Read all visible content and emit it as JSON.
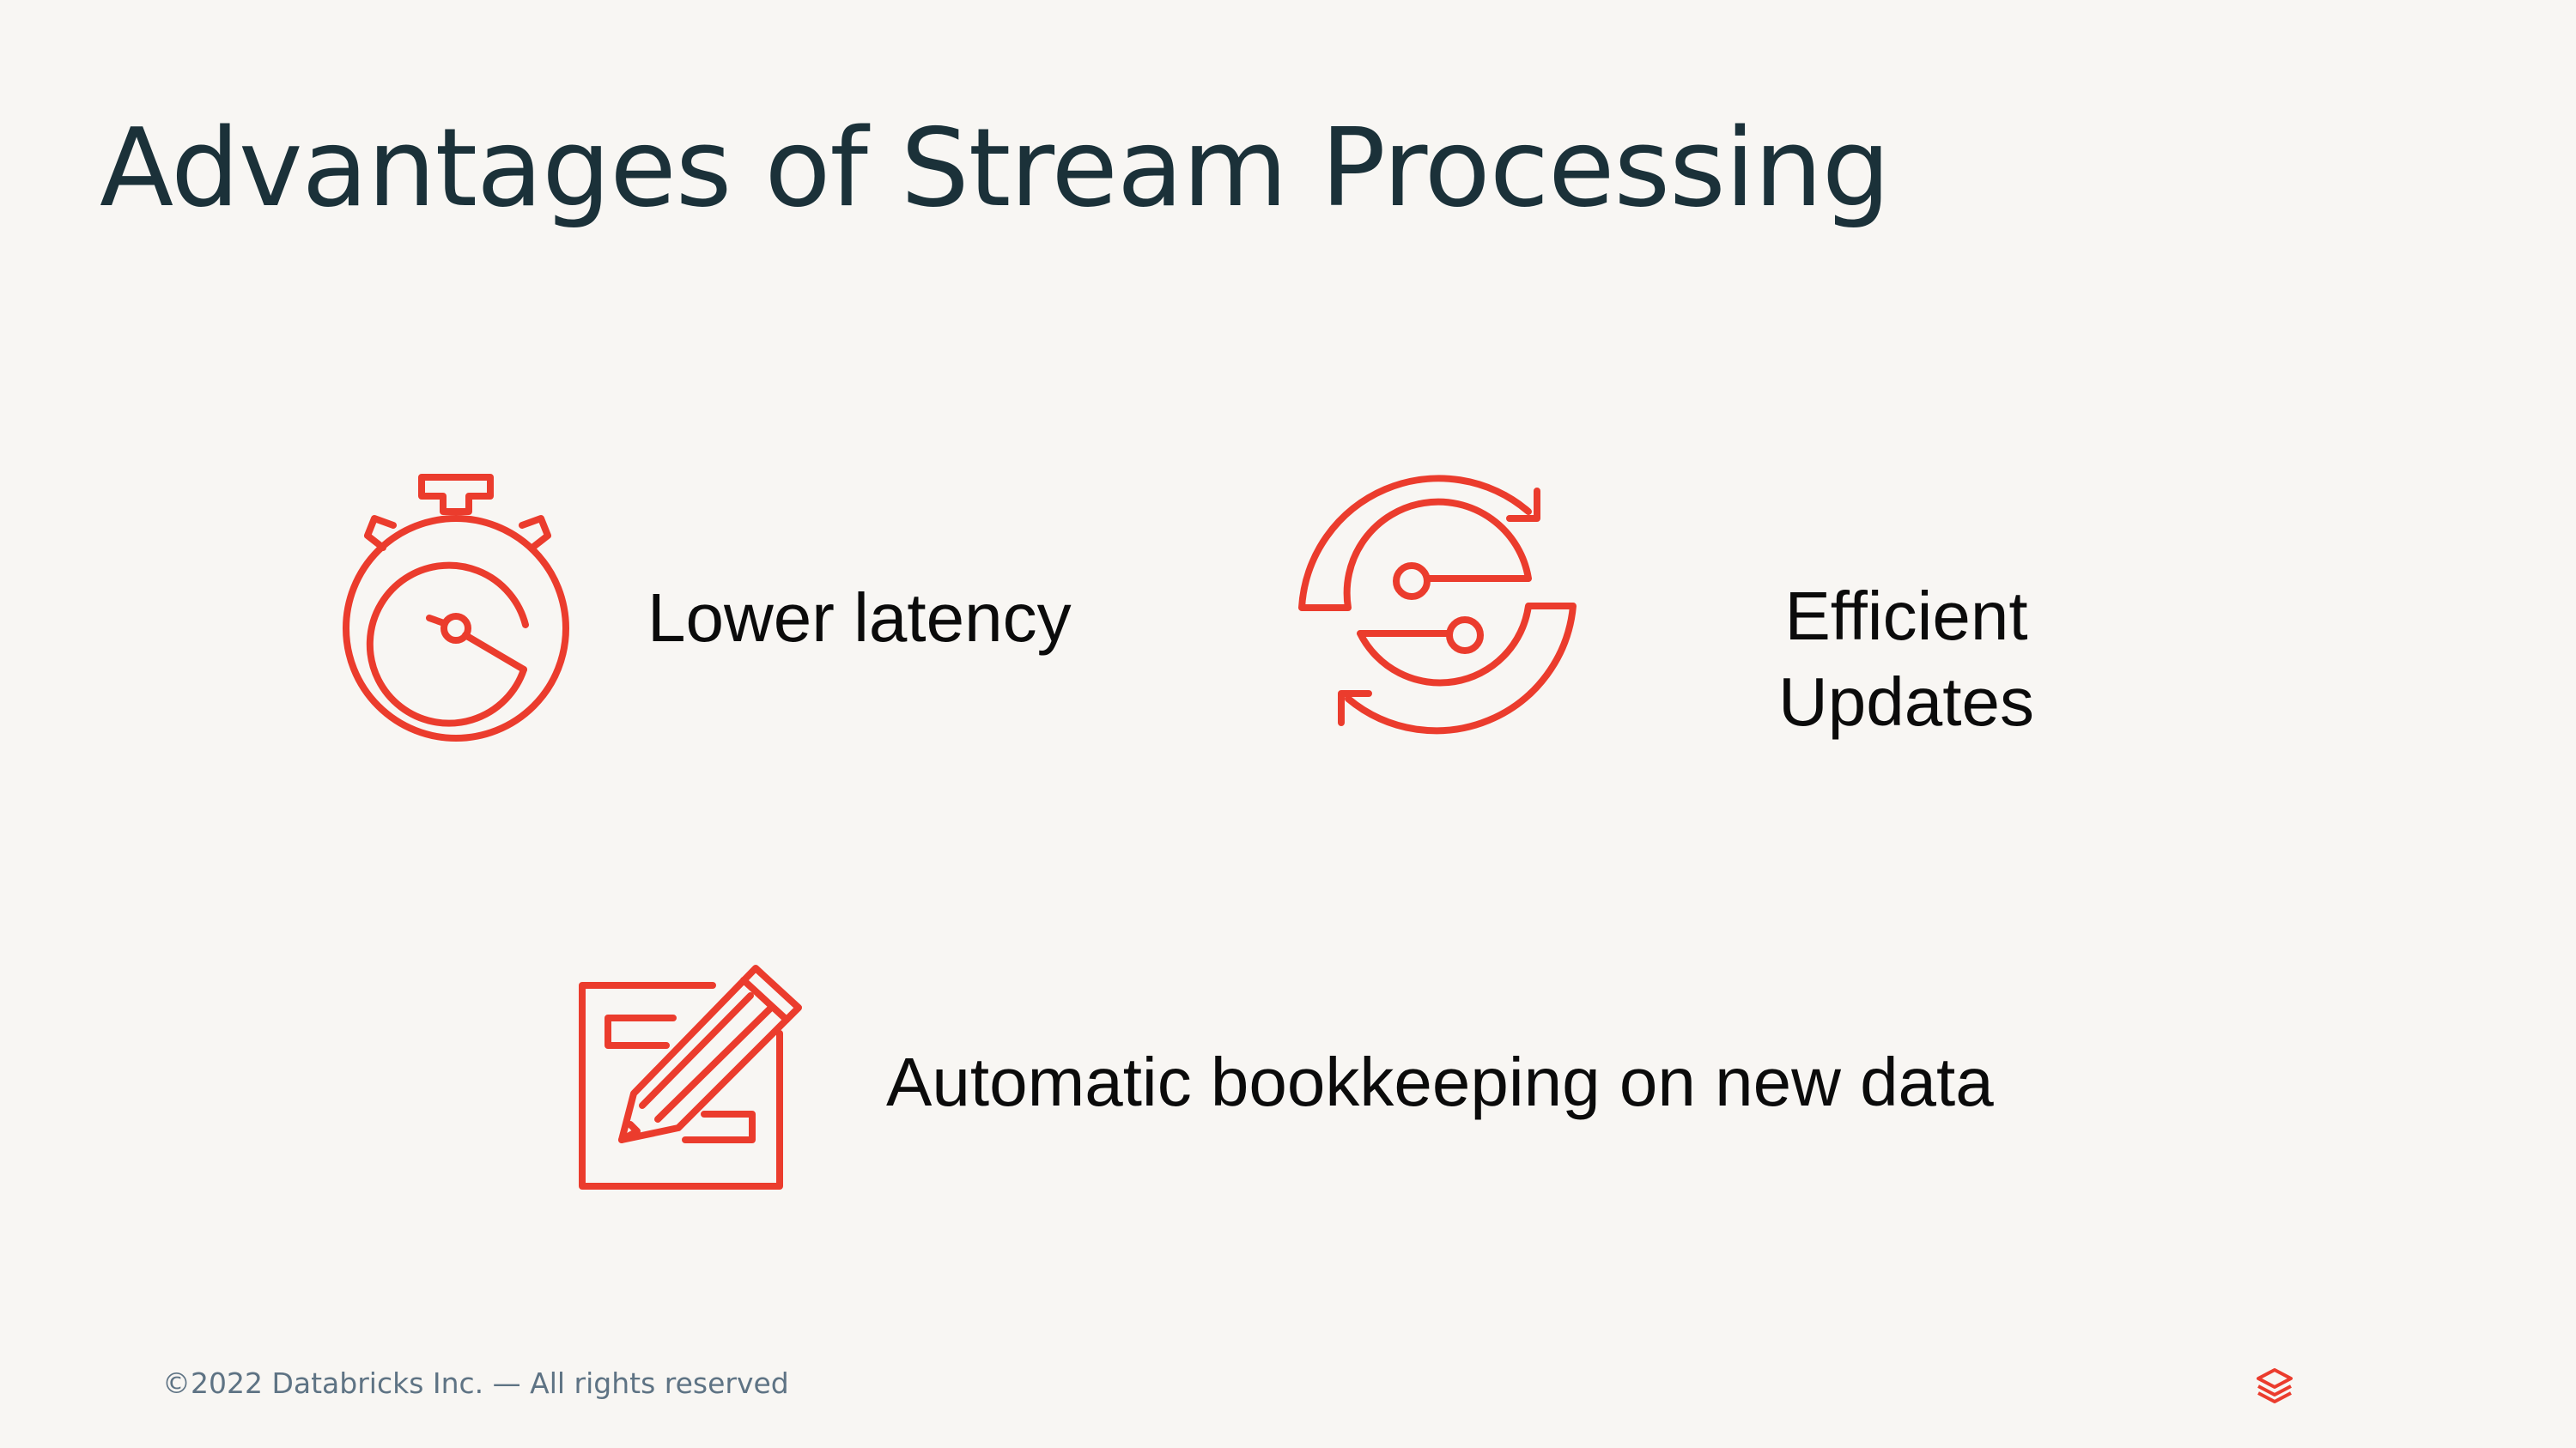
{
  "slide": {
    "title": "Advantages of Stream Processing",
    "accent_color": "#eb3c2d",
    "items": [
      {
        "icon": "stopwatch-icon",
        "label_lines": [
          "Lower latency"
        ]
      },
      {
        "icon": "sync-arrows-icon",
        "label_lines": [
          "Efficient",
          "Updates"
        ]
      },
      {
        "icon": "edit-document-icon",
        "label_lines": [
          "Automatic bookkeeping on new data"
        ]
      }
    ]
  },
  "footer": {
    "copyright": "©2022 Databricks Inc. — All rights reserved",
    "logo_icon": "databricks-logo-icon"
  }
}
